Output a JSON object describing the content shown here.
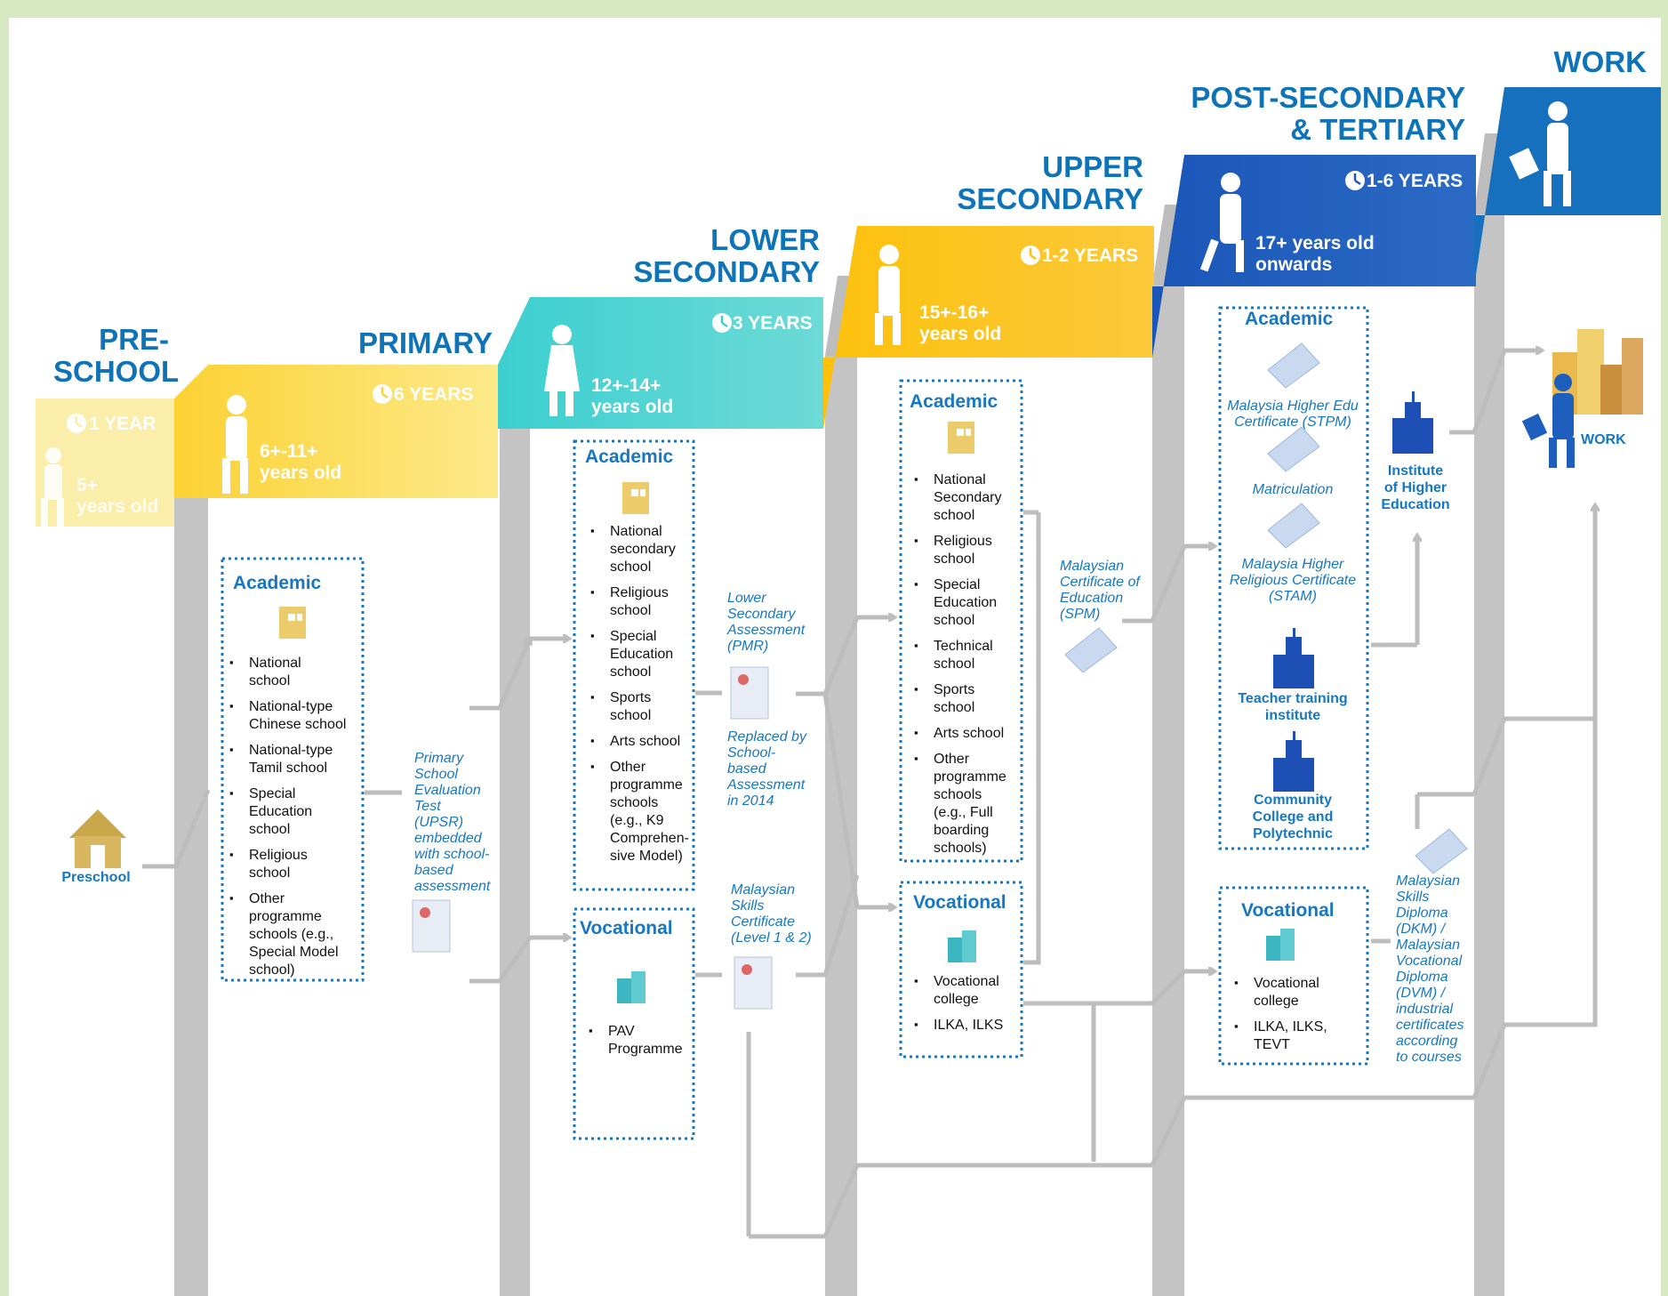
{
  "stages": {
    "preschool": {
      "title": "PRE-\nSCHOOL",
      "duration": "1 YEAR",
      "age": "5+\nyears old",
      "item": "Preschool"
    },
    "primary": {
      "title": "PRIMARY",
      "duration": "6 YEARS",
      "age": "6+-11+\nyears old"
    },
    "lower": {
      "title": "LOWER\nSECONDARY",
      "duration": "3 YEARS",
      "age": "12+-14+\nyears old"
    },
    "upper": {
      "title": "UPPER\nSECONDARY",
      "duration": "1-2 YEARS",
      "age": "15+-16+\nyears old"
    },
    "post": {
      "title": "POST-SECONDARY\n& TERTIARY",
      "duration": "1-6 YEARS",
      "age": "17+ years old\nonwards"
    },
    "work": {
      "title": "WORK",
      "label": "WORK"
    }
  },
  "primary_academic": {
    "title": "Academic",
    "items": [
      "National\nschool",
      "National-type\nChinese school",
      "National-type\nTamil school",
      "Special\nEducation\nschool",
      "Religious\nschool",
      "Other\nprogramme\nschools (e.g.,\nSpecial Model\nschool)"
    ]
  },
  "lower_academic": {
    "title": "Academic",
    "items": [
      "National\nsecondary\nschool",
      "Religious\nschool",
      "Special\nEducation\nschool",
      "Sports\nschool",
      "Arts school",
      "Other\nprogramme\nschools\n(e.g., K9\nComprehen-\nsive Model)"
    ]
  },
  "lower_vocational": {
    "title": "Vocational",
    "items": [
      "PAV\nProgramme"
    ]
  },
  "upper_academic": {
    "title": "Academic",
    "items": [
      "National\nSecondary\nschool",
      "Religious\nschool",
      "Special\nEducation\nschool",
      "Technical\nschool",
      "Sports\nschool",
      "Arts school",
      "Other\nprogramme\nschools\n(e.g., Full\nboarding\nschools)"
    ]
  },
  "upper_vocational": {
    "title": "Vocational",
    "items": [
      "Vocational\ncollege",
      "ILKA, ILKS"
    ]
  },
  "post_academic": {
    "title": "Academic",
    "stpm": "Malaysia Higher Edu\nCertificate (STPM)",
    "matric": "Matriculation",
    "stam": "Malaysia Higher\nReligious Certificate\n(STAM)",
    "teacher": "Teacher training\ninstitute",
    "community": "Community\nCollege and\nPolytechnic"
  },
  "post_vocational": {
    "title": "Vocational",
    "items": [
      "Vocational\ncollege",
      "ILKA, ILKS,\nTEVT"
    ]
  },
  "institute": "Institute\nof Higher\nEducation",
  "assessments": {
    "upsr": "Primary\nSchool\nEvaluation\nTest\n(UPSR)\nembedded\nwith school-\nbased\nassessment",
    "pmr": "Lower\nSecondary\nAssessment\n(PMR)",
    "pmr_note": "Replaced by\nSchool-\nbased\nAssessment\nin 2014",
    "skm": "Malaysian\nSkills\nCertificate\n(Level 1 & 2)",
    "spm": "Malaysian\nCertificate of\nEducation\n(SPM)",
    "dkm": "Malaysian\nSkills\nDiploma\n(DKM)  /\nMalaysian\nVocational\nDiploma\n(DVM) /\nindustrial\ncertificates\naccording\nto courses"
  },
  "colors": {
    "preschool": "#fbeeaa",
    "primary": "#fcd233",
    "lower": "#3ccfd0",
    "upper": "#fdc10c",
    "post": "#1a56b8",
    "work": "#1670bd",
    "title_blue": "#0f73b8",
    "label_blue": "#1677c2",
    "grey": "#bdbdbd",
    "background": "#d7e8c2"
  }
}
